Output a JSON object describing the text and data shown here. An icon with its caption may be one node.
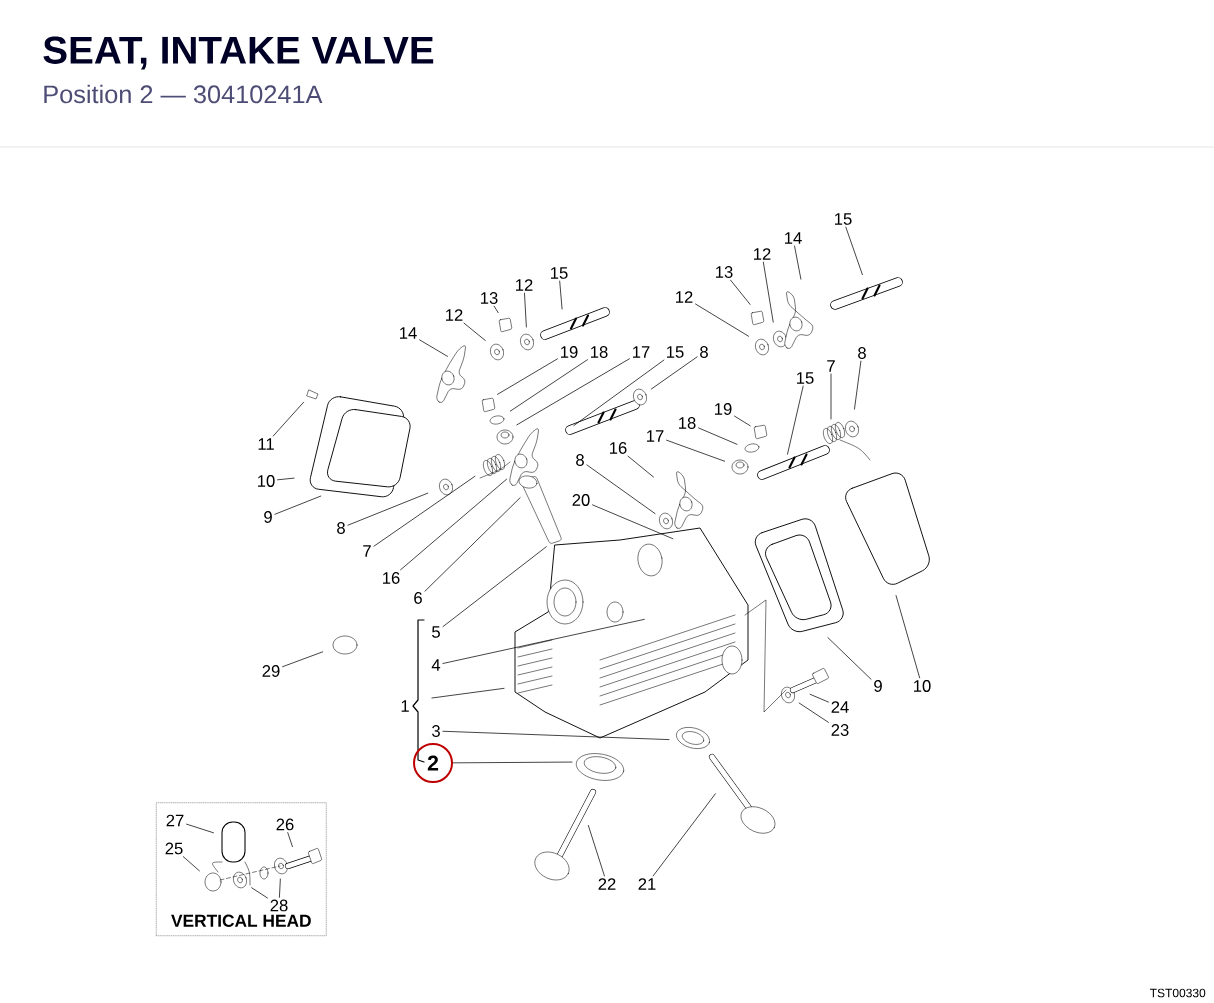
{
  "diagram": {
    "title": "SEAT, INTAKE VALVE",
    "caption": "Position 2 — 30410241A",
    "nodes": [
      {
        "text": [
          "15"
        ]
      },
      {
        "text": [
          "14"
        ]
      },
      {
        "text": [
          "12"
        ]
      },
      {
        "text": [
          "13"
        ]
      },
      {
        "text": [
          "15"
        ]
      },
      {
        "text": [
          "12"
        ]
      },
      {
        "text": [
          "12"
        ]
      },
      {
        "text": [
          "13"
        ]
      },
      {
        "text": [
          "12"
        ]
      },
      {
        "text": [
          "14"
        ]
      },
      {
        "text": [
          "19"
        ]
      },
      {
        "text": [
          "18"
        ]
      },
      {
        "text": [
          "17"
        ]
      },
      {
        "text": [
          "15"
        ]
      },
      {
        "text": [
          "8"
        ]
      },
      {
        "text": [
          "8"
        ]
      },
      {
        "text": [
          "7"
        ]
      },
      {
        "text": [
          "15"
        ]
      },
      {
        "text": [
          "19"
        ]
      },
      {
        "text": [
          "18"
        ]
      },
      {
        "text": [
          "17"
        ]
      },
      {
        "text": [
          "11"
        ]
      },
      {
        "text": [
          "16"
        ]
      },
      {
        "text": [
          "8"
        ]
      },
      {
        "text": [
          "10"
        ]
      },
      {
        "text": [
          "20"
        ]
      },
      {
        "text": [
          "9"
        ]
      },
      {
        "text": [
          "8"
        ]
      },
      {
        "text": [
          "7"
        ]
      },
      {
        "text": [
          "16"
        ]
      },
      {
        "text": [
          "6"
        ]
      },
      {
        "text": [
          "5"
        ]
      },
      {
        "text": [
          "4"
        ]
      },
      {
        "text": [
          "29"
        ]
      },
      {
        "text": [
          "9"
        ]
      },
      {
        "text": [
          "10"
        ]
      },
      {
        "text": [
          "1"
        ]
      },
      {
        "text": [
          "24"
        ]
      },
      {
        "text": [
          "23"
        ]
      },
      {
        "text": [
          "3"
        ]
      },
      {
        "text": [
          "2"
        ]
      },
      {
        "text": [
          "VERTICAL HEAD"
        ]
      },
      {
        "text": [
          "27"
        ],
        "in": 41
      },
      {
        "text": [
          "26"
        ],
        "in": 41
      },
      {
        "text": [
          "25"
        ],
        "in": 41
      },
      {
        "text": [
          "22"
        ]
      },
      {
        "text": [
          "21"
        ]
      },
      {
        "text": [
          "28"
        ],
        "in": 41
      }
    ],
    "edges": [
      {
        "from": 0,
        "to": null,
        "arrow": "none"
      },
      {
        "from": 1,
        "to": null,
        "arrow": "none"
      },
      {
        "from": 2,
        "to": null,
        "arrow": "none"
      },
      {
        "from": 3,
        "to": null,
        "arrow": "none"
      },
      {
        "from": 4,
        "to": null,
        "arrow": "none"
      },
      {
        "from": 5,
        "to": null,
        "arrow": "none"
      },
      {
        "from": 6,
        "to": null,
        "arrow": "none"
      },
      {
        "from": 7,
        "to": null,
        "arrow": "none"
      },
      {
        "from": 8,
        "to": null,
        "arrow": "none"
      },
      {
        "from": 9,
        "to": null,
        "arrow": "none"
      },
      {
        "from": 10,
        "to": null,
        "arrow": "none"
      },
      {
        "from": 11,
        "to": null,
        "arrow": "none"
      },
      {
        "from": 12,
        "to": null,
        "arrow": "none"
      },
      {
        "from": 13,
        "to": null,
        "arrow": "none"
      },
      {
        "from": 14,
        "to": null,
        "arrow": "none"
      },
      {
        "from": 15,
        "to": null,
        "arrow": "none"
      },
      {
        "from": 16,
        "to": null,
        "arrow": "none"
      },
      {
        "from": 17,
        "to": null,
        "arrow": "none"
      },
      {
        "from": 18,
        "to": null,
        "arrow": "none"
      },
      {
        "from": 19,
        "to": null,
        "arrow": "none"
      },
      {
        "from": 20,
        "to": null,
        "arrow": "none"
      },
      {
        "from": 21,
        "to": null,
        "arrow": "none"
      },
      {
        "from": 22,
        "to": null,
        "arrow": "none"
      },
      {
        "from": 23,
        "to": null,
        "arrow": "none"
      },
      {
        "from": 24,
        "to": null,
        "arrow": "none"
      },
      {
        "from": 25,
        "to": null,
        "arrow": "none"
      },
      {
        "from": 26,
        "to": null,
        "arrow": "none"
      },
      {
        "from": 27,
        "to": null,
        "arrow": "none"
      },
      {
        "from": 28,
        "to": null,
        "arrow": "none"
      },
      {
        "from": 29,
        "to": null,
        "arrow": "none"
      },
      {
        "from": 30,
        "to": null,
        "arrow": "none"
      },
      {
        "from": 31,
        "to": null,
        "arrow": "none"
      },
      {
        "from": 32,
        "to": null,
        "arrow": "none"
      },
      {
        "from": 33,
        "to": null,
        "arrow": "none"
      },
      {
        "from": 34,
        "to": null,
        "arrow": "none"
      },
      {
        "from": 35,
        "to": null,
        "arrow": "none"
      },
      {
        "from": 36,
        "to": null,
        "arrow": "none"
      },
      {
        "from": 37,
        "to": null,
        "arrow": "none"
      },
      {
        "from": 38,
        "to": null,
        "arrow": "none"
      },
      {
        "from": 39,
        "to": null,
        "arrow": "none"
      },
      {
        "from": 40,
        "to": null,
        "arrow": "none"
      },
      {
        "from": 42,
        "to": null,
        "arrow": "none"
      },
      {
        "from": 43,
        "to": null,
        "arrow": "none"
      },
      {
        "from": 44,
        "to": null,
        "arrow": "none"
      },
      {
        "from": 45,
        "to": null,
        "arrow": "none"
      },
      {
        "from": 46,
        "to": null,
        "arrow": "none"
      },
      {
        "from": 47,
        "to": null,
        "arrow": "none"
      },
      {
        "from": 47,
        "to": null,
        "arrow": "none"
      }
    ],
    "labels": [
      "TST00330"
    ]
  }
}
